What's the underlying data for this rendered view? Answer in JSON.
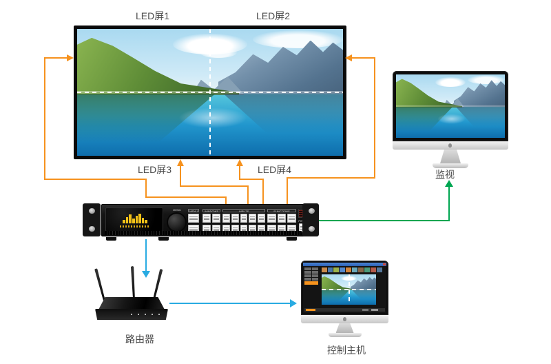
{
  "led_wall": {
    "q1": "LED屏1",
    "q2": "LED屏2",
    "q3": "LED屏3",
    "q4": "LED屏4"
  },
  "monitor_label": "监视",
  "router_label": "路由器",
  "control_pc_label": "控制主机",
  "processor": {
    "knob_label": "MENU",
    "group_menu": "MENU",
    "group_windows": "WINDOWS",
    "group_inputs": "INPUTS",
    "group_functions": "FUNCTIONS",
    "power_label": "POWER"
  },
  "colors": {
    "cable_orange": "#F6921E",
    "cable_green": "#00A651",
    "cable_blue": "#29ABE2",
    "label_text": "#4A4A4A"
  }
}
